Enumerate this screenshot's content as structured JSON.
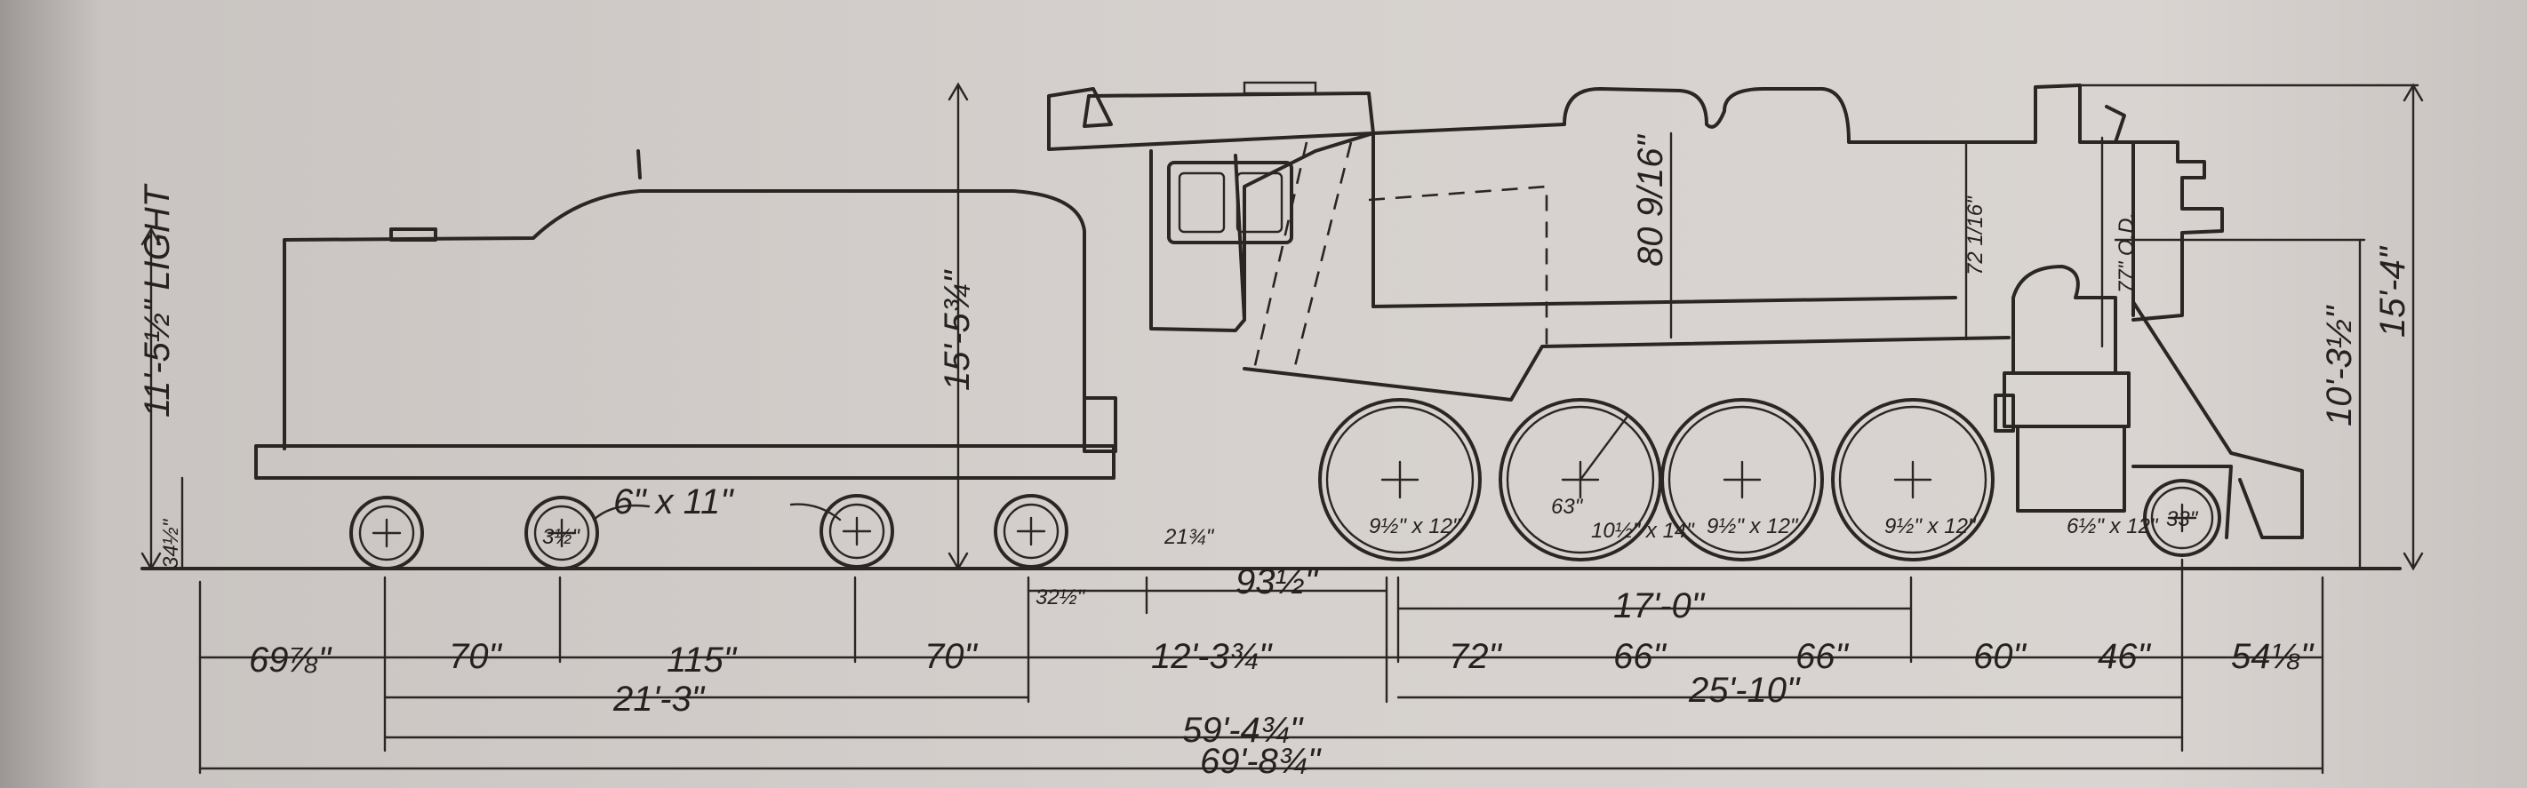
{
  "dimensions": {
    "tender_overall_height": "15'-5¾\"",
    "tender_tank_height": "11'-5½\" LIGHT",
    "tender_frame_height": "34½\"",
    "boiler_diameter": "80 9/16\"",
    "boiler_id": "72 1/16\"",
    "boiler_od": "77\" O.D.",
    "engine_overall_height": "15'-4\"",
    "cylinder_centre_height": "10'-3½\"",
    "tender_wheel_size": "6\" x 11\"",
    "tender_wheel_journal": "3½\"",
    "drawbar_a": "21¾\"",
    "drawbar_b": "32½\"",
    "drawbar_c": "93½\"",
    "driver_dia": "63\"",
    "driver_journal_1": "9½\" x 12\"",
    "driver_journal_2": "10½\" x 14\"",
    "driver_journal_3": "9½\" x 12\"",
    "driver_journal_4": "9½\" x 12\"",
    "truck_journal": "6½\" x 12\"",
    "truck_dia": "33\"",
    "rigid_wheelbase": "17'-0\"",
    "seg_rear_overhang": "69⅞\"",
    "seg_tender_1": "70\"",
    "seg_tender_2": "115\"",
    "seg_tender_3": "70\"",
    "seg_tender_to_driver": "12'-3¾\"",
    "seg_driver_1": "72\"",
    "seg_driver_2": "66\"",
    "seg_driver_3": "66\"",
    "seg_driver_to_truck_a": "60\"",
    "seg_driver_to_truck_b": "46\"",
    "seg_front_overhang": "54⅛\"",
    "tender_wheelbase": "21'-3\"",
    "engine_wheelbase": "25'-10\"",
    "total_wheelbase": "59'-4¾\"",
    "overall_length": "69'-8¾\""
  },
  "colors": {
    "paper": "#d6d1ce",
    "ink": "#2a2624"
  }
}
